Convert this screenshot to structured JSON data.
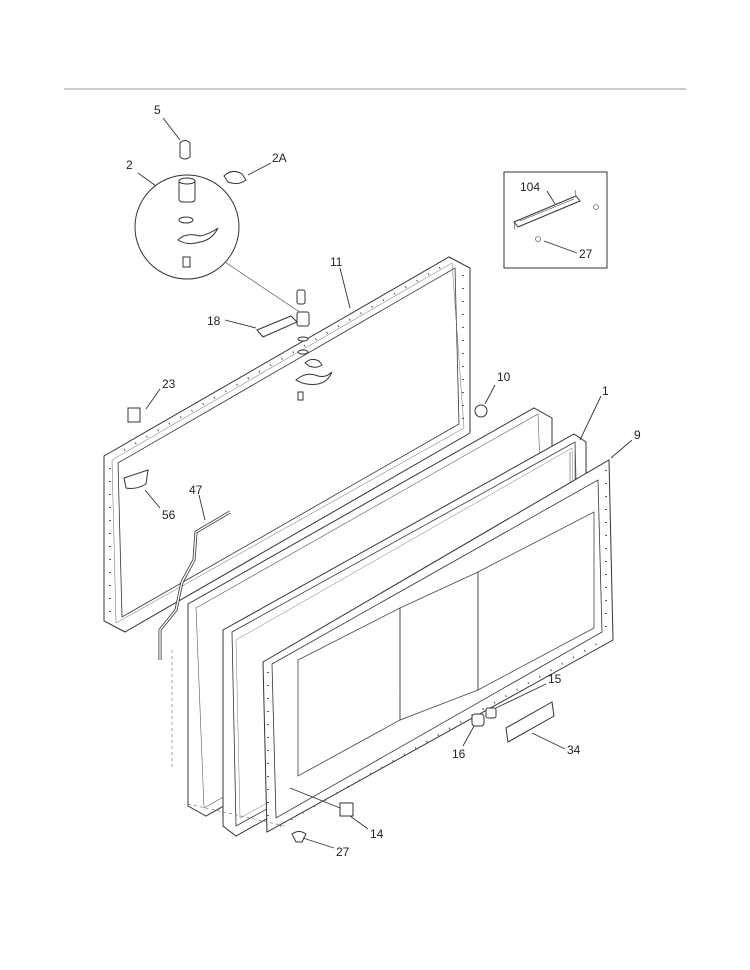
{
  "callouts": {
    "p5": "5",
    "p2": "2",
    "p2a": "2A",
    "p104": "104",
    "p27_inset": "27",
    "p11": "11",
    "p18": "18",
    "p23": "23",
    "p10": "10",
    "p1": "1",
    "p9": "9",
    "p47": "47",
    "p56": "56",
    "p15": "15",
    "p16": "16",
    "p34": "34",
    "p14": "14",
    "p27_bottom": "27"
  }
}
